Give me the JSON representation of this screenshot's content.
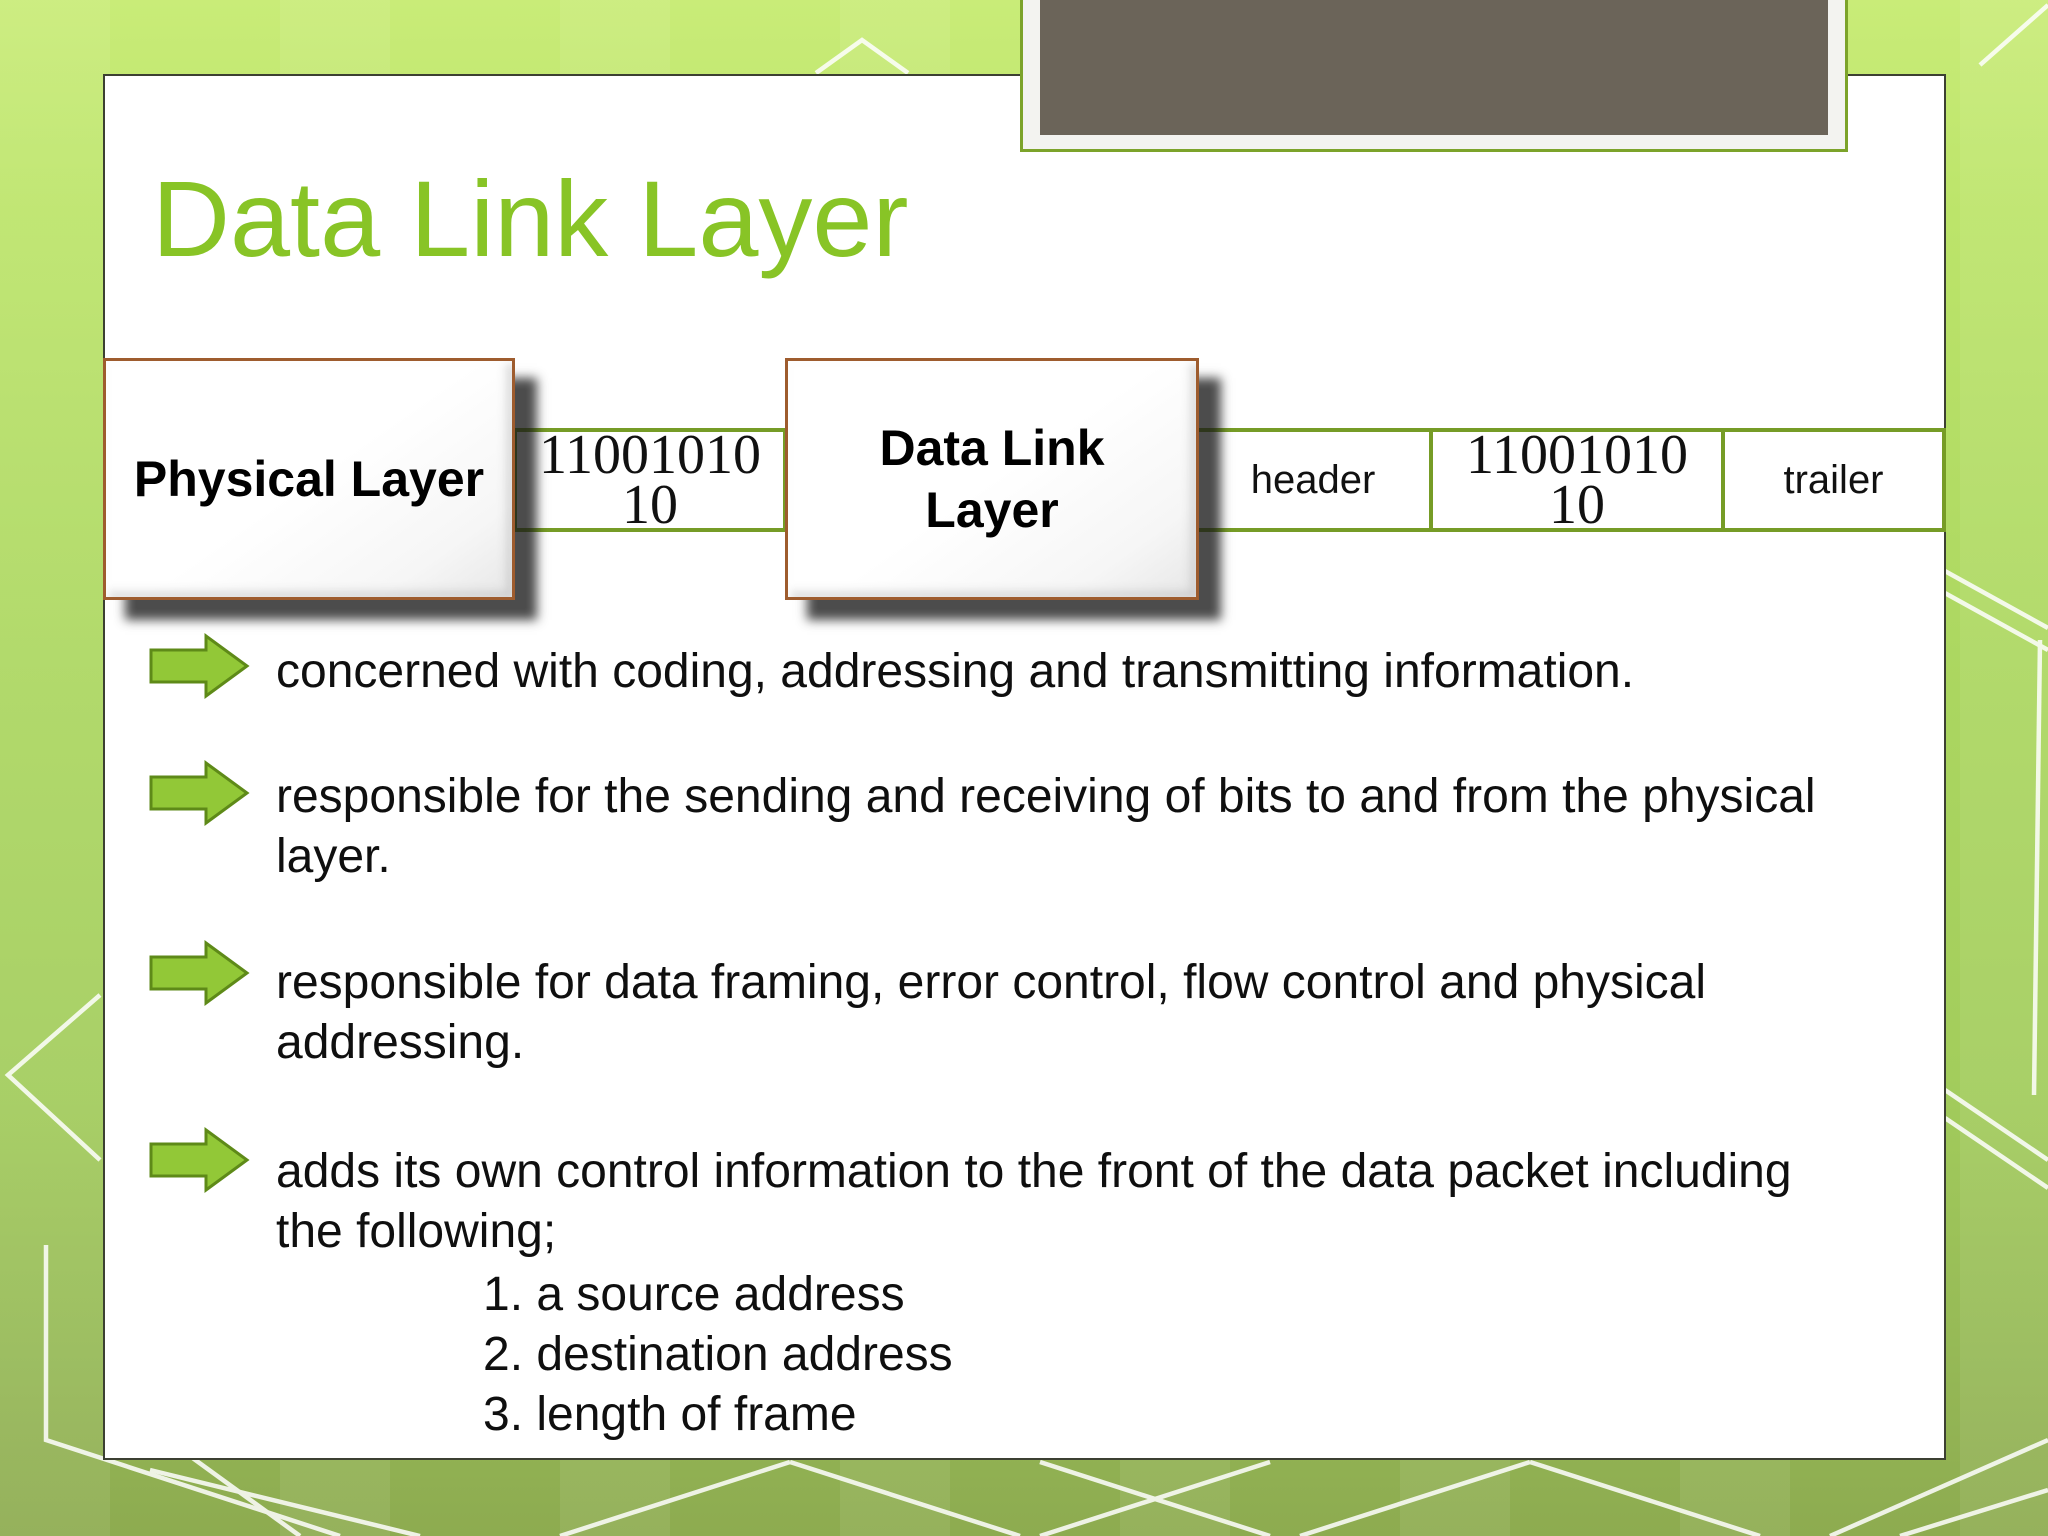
{
  "slide": {
    "title": "Data Link Layer",
    "diagram": {
      "physical_layer_box": "Physical Layer",
      "bits_left": [
        "11001010",
        "10"
      ],
      "data_link_box": [
        "Data Link",
        "Layer"
      ],
      "header_cell": "header",
      "bits_right": [
        "11001010",
        "10"
      ],
      "trailer_cell": "trailer"
    },
    "bullets": [
      {
        "lines": [
          "concerned with coding, addressing and transmitting information."
        ]
      },
      {
        "lines": [
          "responsible for the sending and receiving of bits to and from the physical",
          "layer."
        ]
      },
      {
        "lines": [
          "responsible for data framing, error control, flow control and physical",
          "addressing."
        ]
      },
      {
        "lines": [
          "adds its own control information to the front of the data packet including",
          "the following;"
        ]
      }
    ],
    "numbered_list": [
      "1. a source address",
      "2. destination address",
      "3. length of frame"
    ],
    "colors": {
      "title_green": "#88c426",
      "arrow_fill": "#92c837",
      "arrow_stroke": "#5e8a18",
      "box_border_brown": "#9e5c2e",
      "cell_border_green": "#769c26",
      "frame_border_green": "#7ca32a",
      "photo_placeholder_gray": "#6b6459",
      "background_green_top": "#c9ec78",
      "background_green_bottom": "#8dab50"
    }
  }
}
